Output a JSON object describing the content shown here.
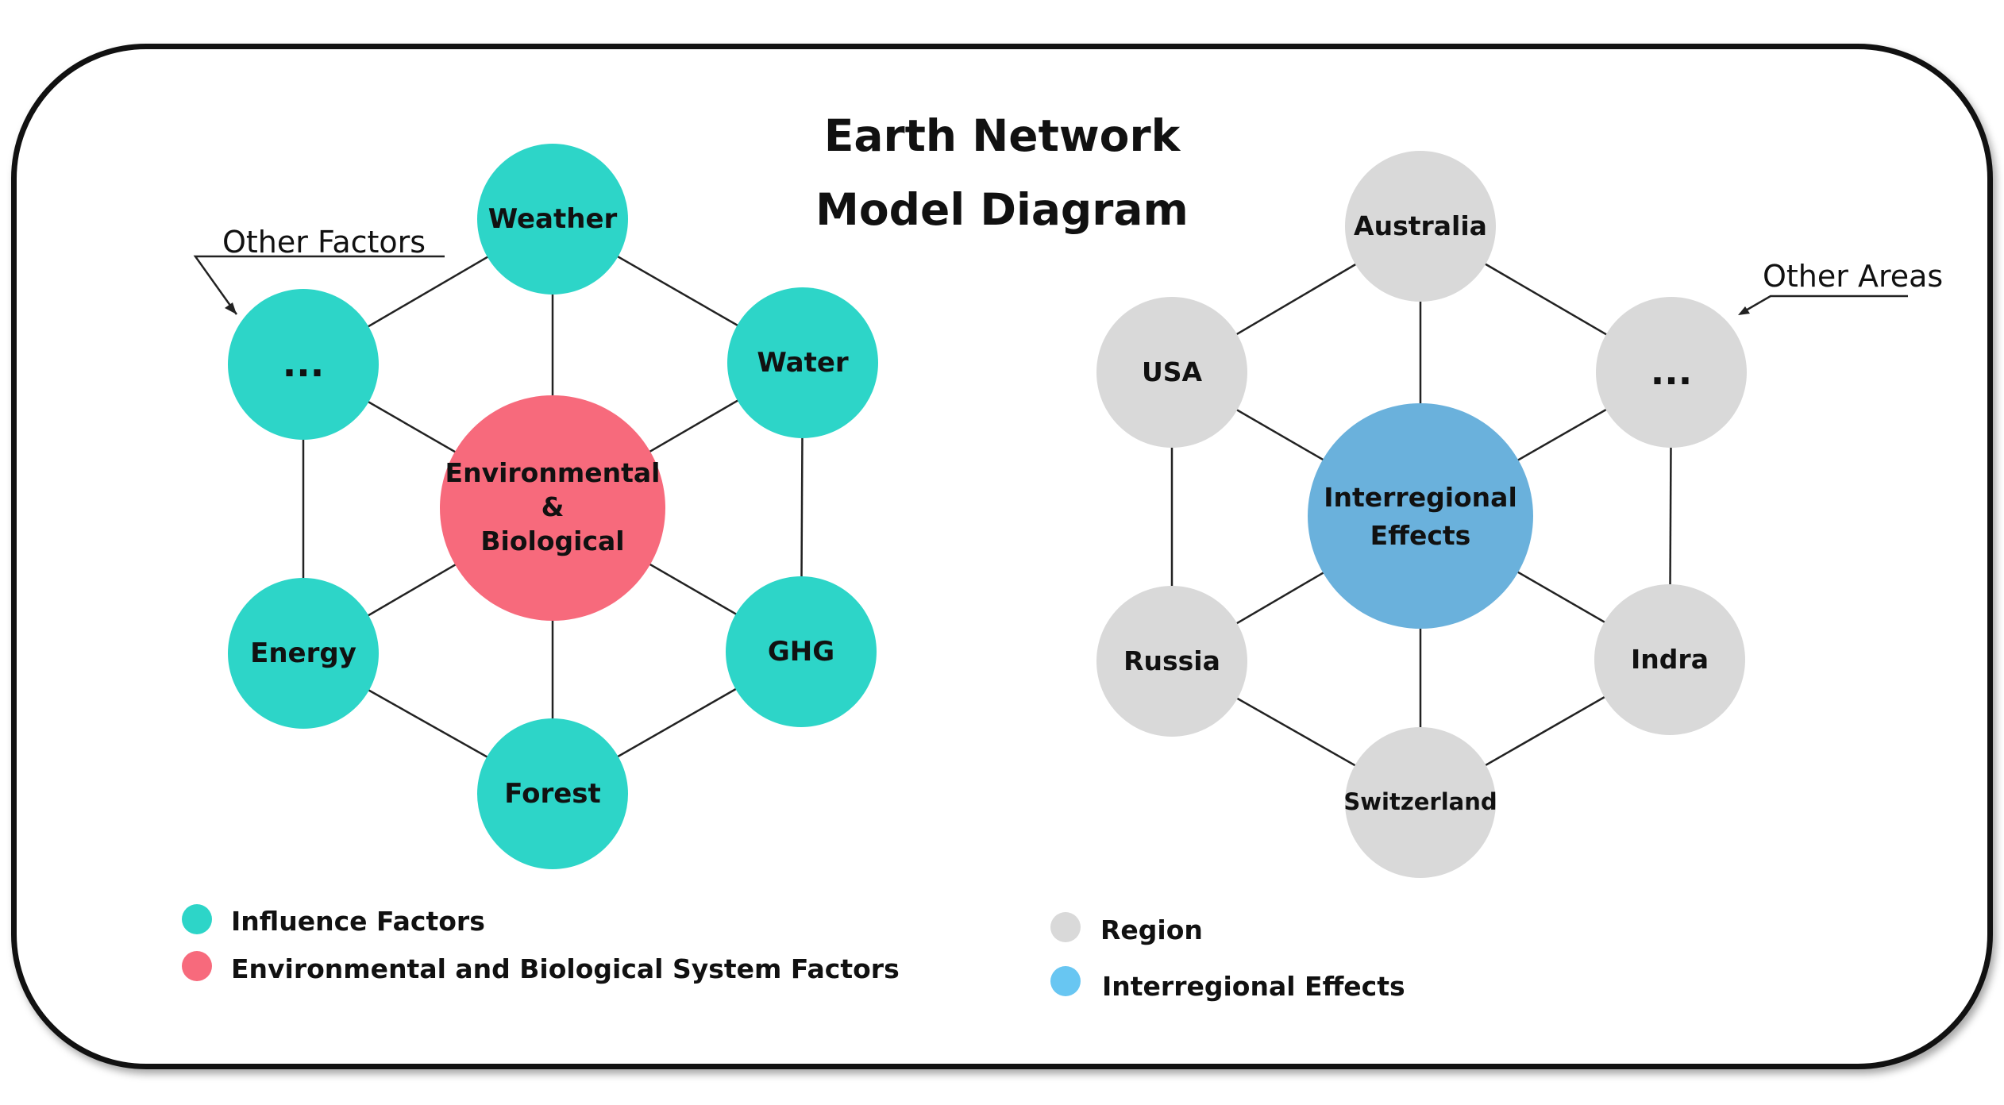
{
  "title": {
    "line1": "Earth Network",
    "line2": "Model Diagram"
  },
  "colors": {
    "influence_factor": "#2dd5c8",
    "environmental_center": "#f76a7c",
    "region": "#d9d9d9",
    "interregional_center": "#6ab1dc",
    "interregional_legend": "#68c6f2"
  },
  "left_network": {
    "center": {
      "line1": "Environmental",
      "line2": "&",
      "line3": "Biological"
    },
    "nodes": {
      "weather": "Weather",
      "water": "Water",
      "ghg": "GHG",
      "forest": "Forest",
      "energy": "Energy",
      "more": "..."
    },
    "annotation": "Other Factors"
  },
  "right_network": {
    "center": {
      "line1": "Interregional",
      "line2": "Effects"
    },
    "nodes": {
      "australia": "Australia",
      "more": "...",
      "indra": "Indra",
      "switzerland": "Switzerland",
      "russia": "Russia",
      "usa": "USA"
    },
    "annotation": "Other Areas"
  },
  "legend_left": {
    "influence_factors": "Influence Factors",
    "environmental_system": "Environmental and Biological System Factors"
  },
  "legend_right": {
    "region": "Region",
    "interregional_effects": "Interregional Effects"
  }
}
